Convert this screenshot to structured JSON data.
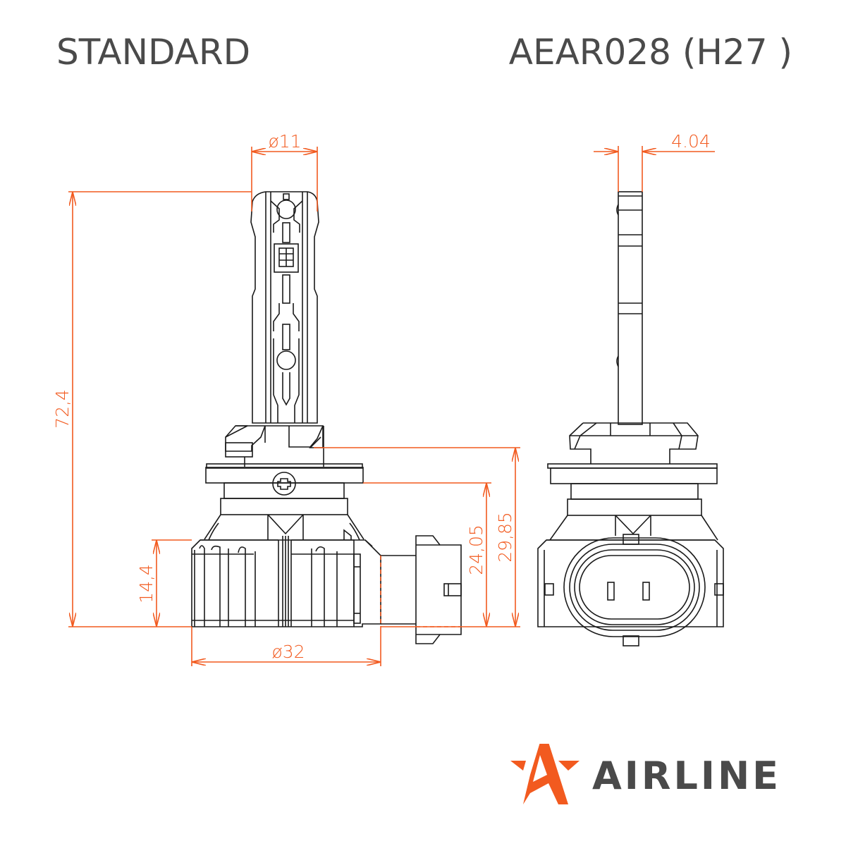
{
  "header": {
    "series_label": "STANDARD",
    "model_label": "AEAR028 (H27 )"
  },
  "dimensions": {
    "bulb_diameter": "ø11",
    "side_thickness": "4.04",
    "total_height": "72,4",
    "base_height": "14,4",
    "height_to_flange": "24,05",
    "height_to_collar": "29,85",
    "base_diameter": "ø32"
  },
  "views": {
    "front": "front-view",
    "side": "side-view"
  },
  "brand": {
    "name": "AIRLINE",
    "logo_icon": "airline-star-logo",
    "accent_color": "#f25a1f",
    "text_color": "#4a4a4a"
  },
  "colors": {
    "line": "#1a1a1a",
    "dimension": "#f25a1f"
  }
}
